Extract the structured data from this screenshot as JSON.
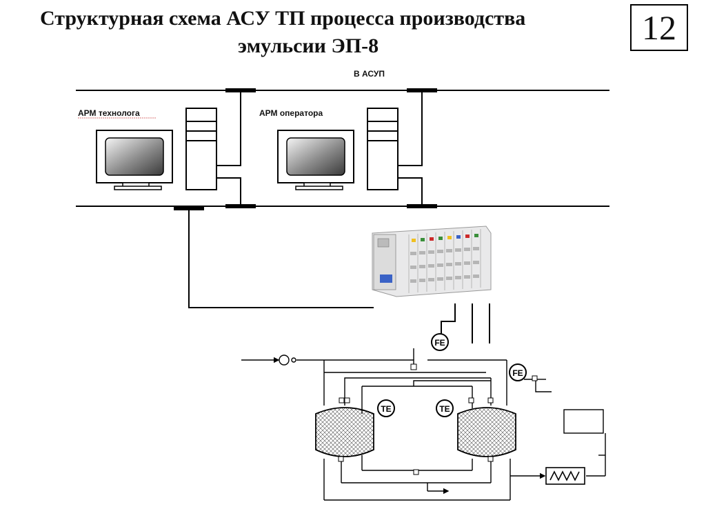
{
  "title": {
    "line1": "Структурная схема АСУ ТП процесса производства",
    "line2": "эмульсии ЭП-8"
  },
  "slide_number": "12",
  "network": {
    "uplink_label": "В АСУП"
  },
  "workstations": [
    {
      "label": "АРМ технолога"
    },
    {
      "label": "АРМ оператора"
    }
  ],
  "process": {
    "flow_sensor_label": "FE",
    "temp_sensor_label": "TE",
    "flow_sensors_count_note": "",
    "reactors": [
      "",
      ""
    ]
  }
}
